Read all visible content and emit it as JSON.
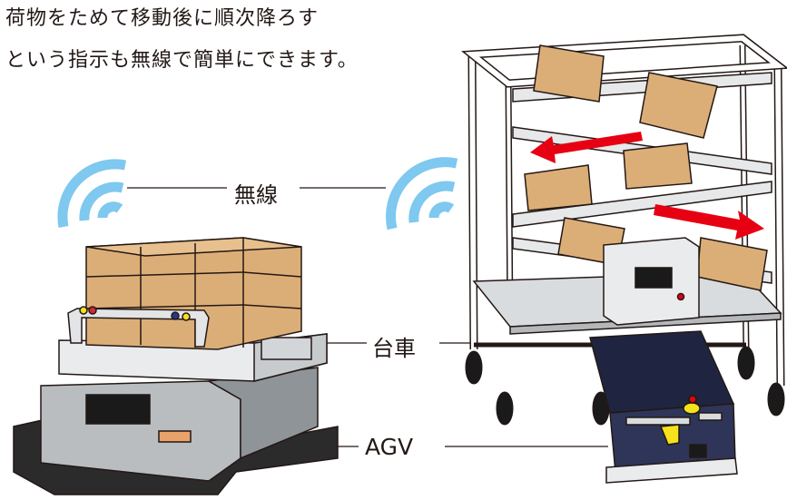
{
  "caption": {
    "line1": "荷物をためて移動後に順次降ろす",
    "line2": "という指示も無線で簡単にできます。"
  },
  "labels": {
    "wireless": "無線",
    "cart": "台車",
    "agv": "AGV"
  },
  "colors": {
    "wifi": "#7fc8ef",
    "box": "#dcae77",
    "box_edge": "#231815",
    "arrow": "#e60012",
    "agv_body": "#1f2540",
    "rack_frame": "#ffffff"
  }
}
